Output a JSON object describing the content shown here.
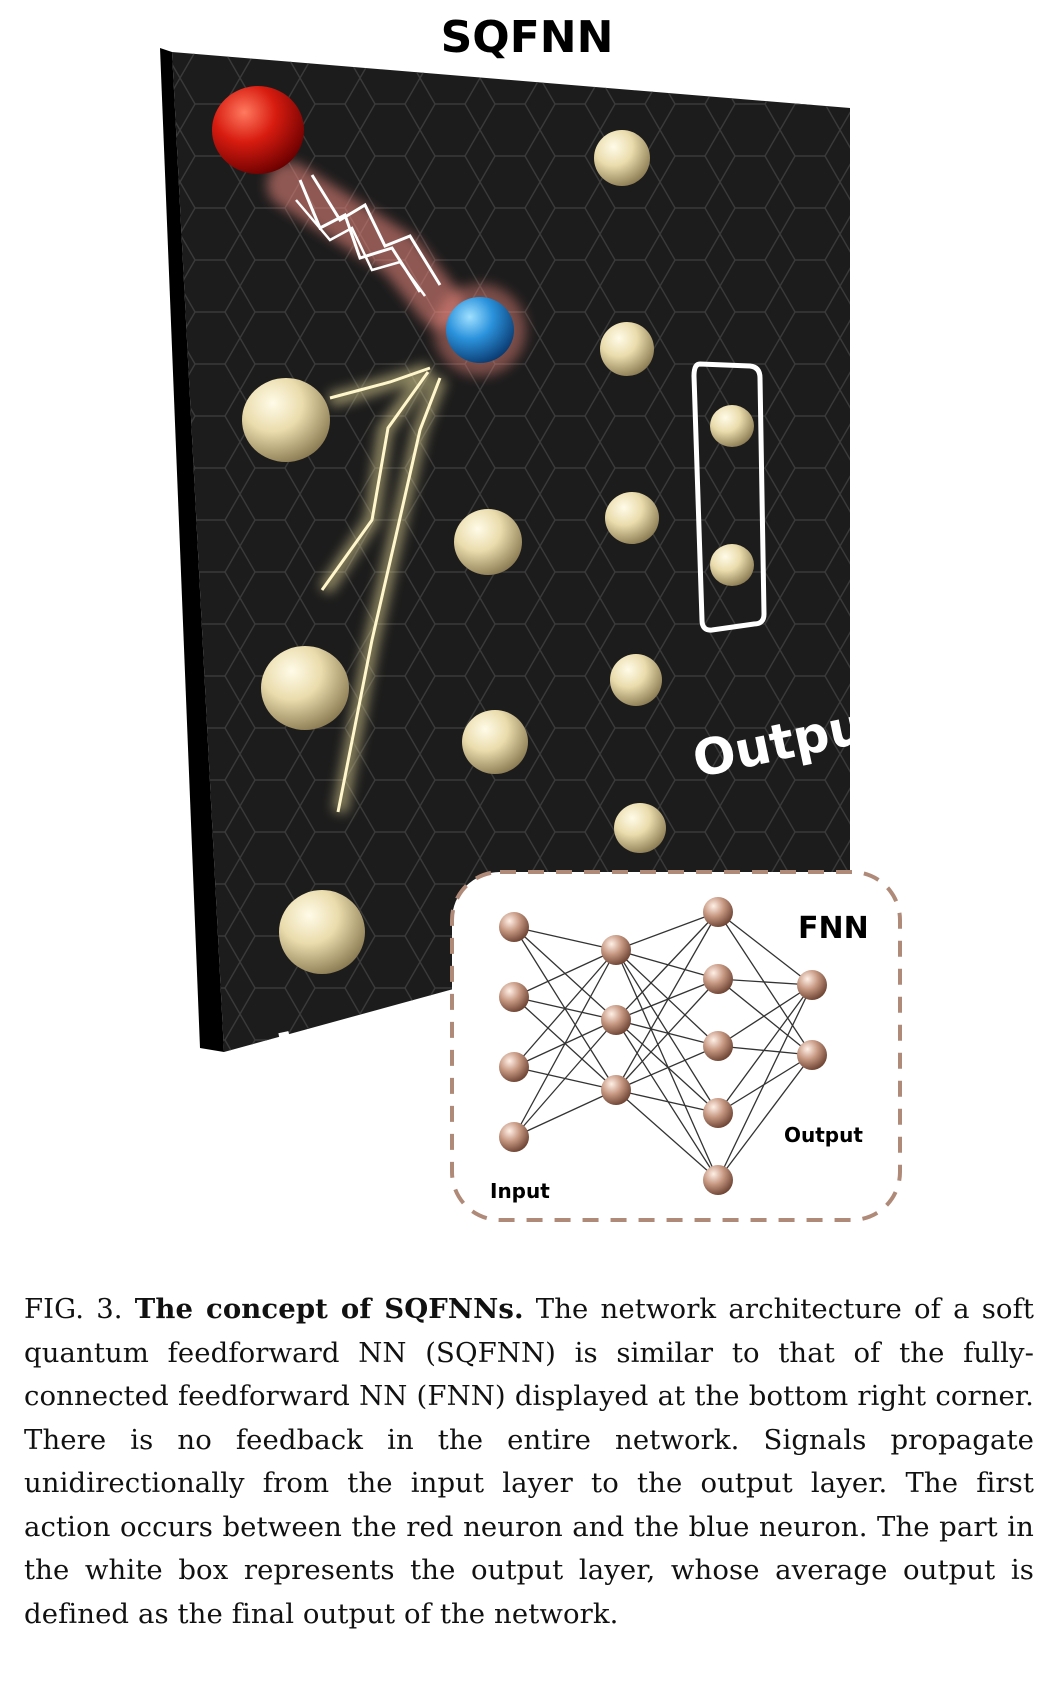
{
  "figure": {
    "title": "SQFNN",
    "panel": {
      "input_label": "Input",
      "output_label": "Output"
    },
    "inset": {
      "title": "FNN",
      "input_label": "Input",
      "output_label": "Output",
      "layers": [
        4,
        3,
        5,
        2
      ]
    },
    "colors": {
      "board": "#1a1a1a",
      "red_neuron": "#d41a10",
      "blue_neuron": "#2a8fd8",
      "neuron": "#e8dcb0",
      "signal": "#f4e6a0",
      "feedback_glow": "#f08a80",
      "inset_border": "#b08a78"
    }
  },
  "caption": {
    "label": "FIG. 3.",
    "heading": "The concept of SQFNNs.",
    "text": "The network architecture of a soft quantum feedforward NN (SQFNN) is similar to that of the fully-connected feedforward NN (FNN) displayed at the bottom right corner. There is no feedback in the entire network. Signals propagate unidirectionally from the input layer to the output layer. The first action occurs between the red neuron and the blue neuron. The part in the white box represents the output layer, whose average output is defined as the final output of the network."
  }
}
